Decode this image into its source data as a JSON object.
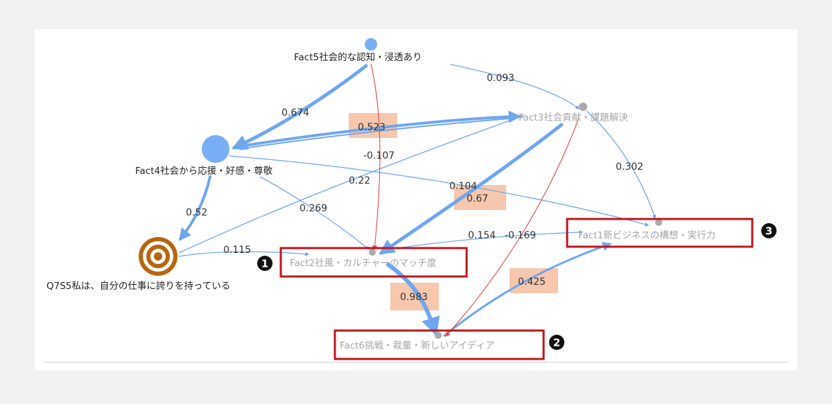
{
  "nodes": {
    "fact5": "Fact5社会的な認知・浸透あり",
    "fact4": "Fact4社会から応援・好感・尊敬",
    "fact3": "Fact3社会貢献・課題解決",
    "fact1": "Fact1新ビジネスの構想・実行力",
    "fact2": "Fact2社風・カルチャーのマッチ度",
    "fact6": "Fact6挑戦・裁量・新しいアイディア",
    "q7s5": "Q7S5私は、自分の仕事に誇りを持っている"
  },
  "edges": {
    "e5_4": "0.674",
    "e5_3": "0.093",
    "e5_2": "-0.107",
    "e4_3": "0.523",
    "e4_q": "0.52",
    "e4_1": "0.104",
    "e4_2": "0.269",
    "eq_3": "0.22",
    "eq_2": "0.115",
    "e3_1": "0.302",
    "e3_2": "0.67",
    "e3_6": "-0.169",
    "e2_1": "0.154",
    "e2_6": "0.983",
    "e6_1": "0.425"
  },
  "markers": [
    "1",
    "2",
    "3"
  ],
  "colors": {
    "edge_blue": "#6ea6f0",
    "edge_red": "#e04848",
    "highlight_box": "#c0151c",
    "label_highlight": "#f6c7ac",
    "target_node": "#b8650f",
    "node_blue": "#78aef5",
    "node_gray": "#a9a9a9"
  }
}
